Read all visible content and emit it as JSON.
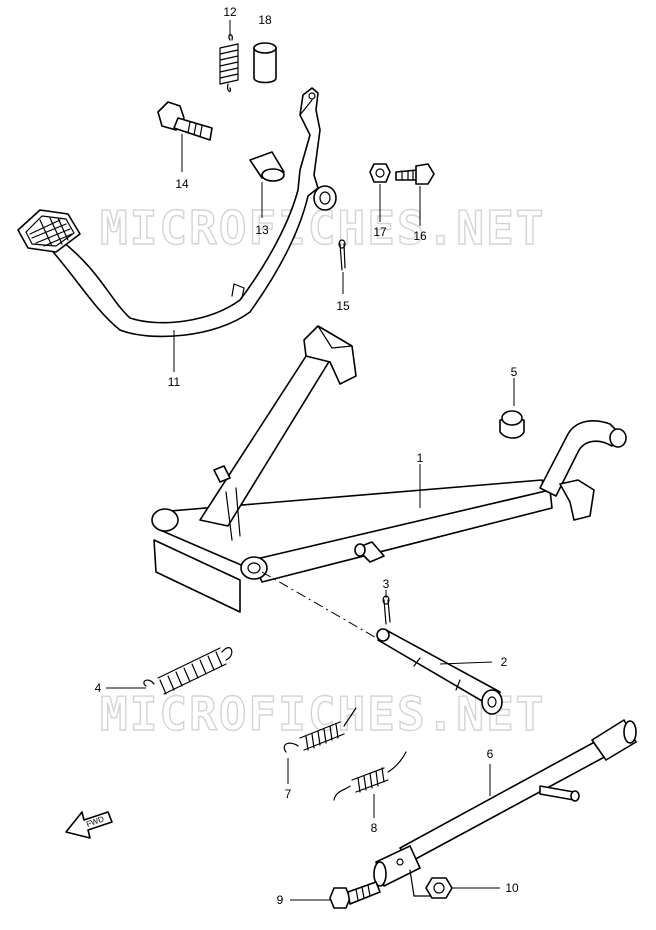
{
  "watermark": [
    "MICROFICHES.NET",
    "MICROFICHES.NET"
  ],
  "fwd_label": "FWD",
  "callouts": [
    "12",
    "18",
    "14",
    "13",
    "17",
    "16",
    "15",
    "11",
    "5",
    "1",
    "3",
    "2",
    "4",
    "7",
    "8",
    "6",
    "9",
    "10"
  ]
}
